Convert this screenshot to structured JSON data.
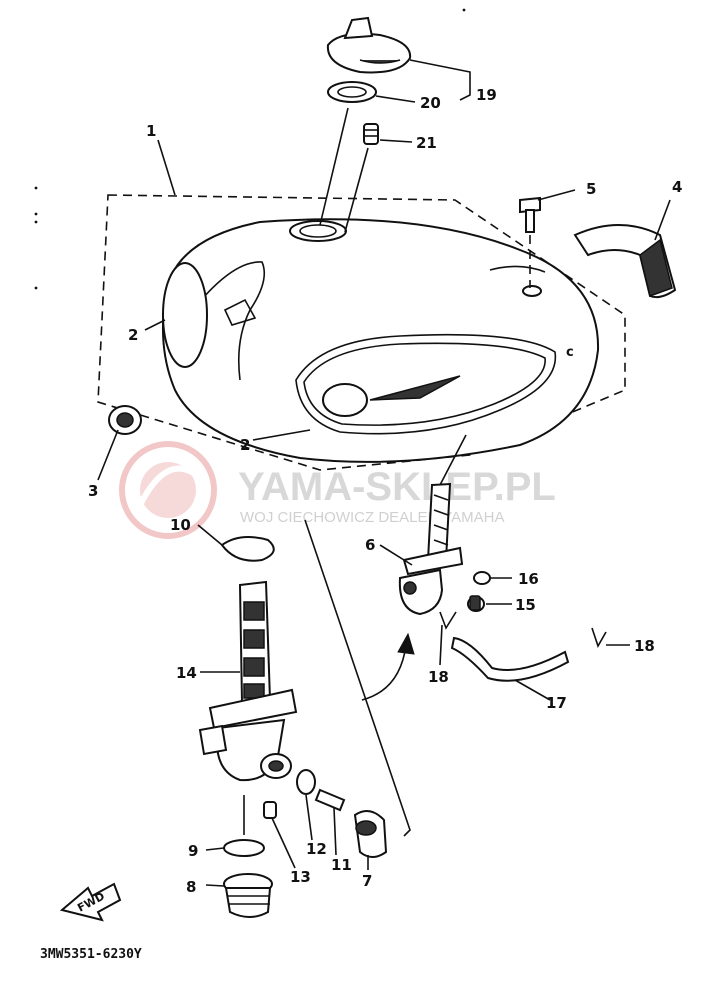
{
  "callouts": {
    "c1": "1",
    "c2a": "2",
    "c2b": "2",
    "c3": "3",
    "c4": "4",
    "c5": "5",
    "c6": "6",
    "c7": "7",
    "c8": "8",
    "c9": "9",
    "c10": "10",
    "c11": "11",
    "c12": "12",
    "c13": "13",
    "c14": "14",
    "c15": "15",
    "c16": "16",
    "c17": "17",
    "c18a": "18",
    "c18b": "18",
    "c19": "19",
    "c20": "20",
    "c21": "21"
  },
  "diagram_code": "3MW5351-6230Y",
  "fwd_label": "FWD",
  "watermark": {
    "brand": "YAMA-SKLEP.PL",
    "tagline": "WOJ CIECHOWICZ DEALER YAMAHA"
  }
}
